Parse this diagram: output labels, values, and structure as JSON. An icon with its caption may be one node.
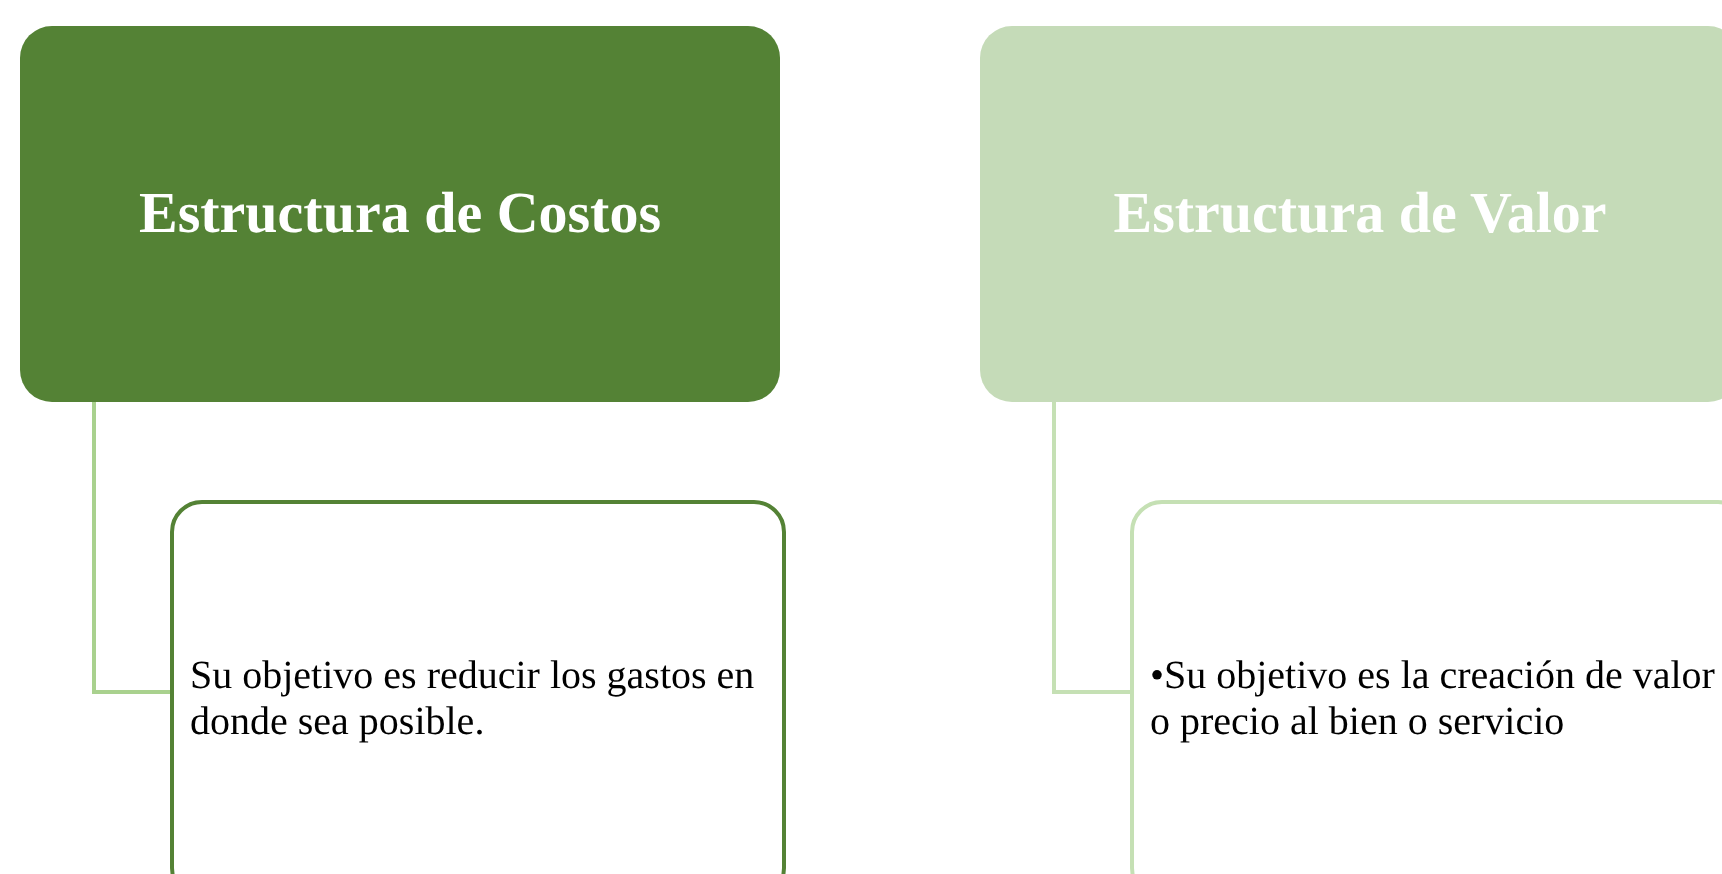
{
  "diagram": {
    "nodes": [
      {
        "text": [
          "Estructura de Costos"
        ]
      },
      {
        "text": [
          "Su objetivo es reducir los gastos en donde sea posible."
        ]
      },
      {
        "text": [
          "Estructura de Valor"
        ]
      },
      {
        "text": [
          "•Su objetivo es la creación de valor o precio al bien o servicio"
        ]
      }
    ],
    "edges": [
      {
        "from": 0,
        "to": 1,
        "arrow": "none"
      },
      {
        "from": 2,
        "to": 3,
        "arrow": "none",
        "color": "#c5e0b4"
      }
    ]
  }
}
